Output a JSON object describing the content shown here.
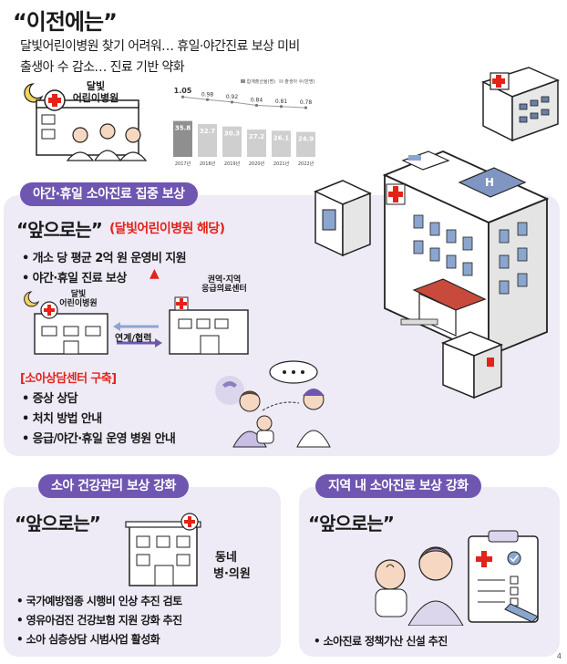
{
  "header": {
    "title": "“이전에는”",
    "line1": "달빛어린이병원 찾기 어려워… 휴일·야간진료 보상 미비",
    "line2": "출생아 수 감소… 진료 기반 약화"
  },
  "top_illustration": {
    "hospital_label_1": "달빛",
    "hospital_label_2": "어린이병원"
  },
  "chart_data": {
    "type": "bar",
    "legend": [
      "합계출산율(명)",
      "출생아 수(만명)"
    ],
    "categories": [
      "2017년",
      "2018년",
      "2019년",
      "2020년",
      "2021년",
      "2022년"
    ],
    "series": [
      {
        "name": "출생아 수(만명)",
        "values": [
          35.8,
          32.7,
          30.3,
          27.2,
          26.1,
          24.9
        ],
        "labels": [
          "35.8",
          "32.7",
          "30.3",
          "27.2",
          "26.1",
          "24.9"
        ]
      },
      {
        "name": "합계출산율(명)",
        "values": [
          1.05,
          0.98,
          0.92,
          0.84,
          0.81,
          0.78
        ],
        "labels": [
          "1.05",
          "0.98",
          "0.92",
          "0.84",
          "0.81",
          "0.78"
        ]
      }
    ],
    "colors": {
      "bars_first": "#8f8f8f",
      "bars": "#cfcfcf",
      "line": "#9a9a9a"
    }
  },
  "section_main": {
    "pill": "야간·휴일 소아진료 집중 보상",
    "future": "“앞으로는”",
    "tag": "(달빛어린이병원 해당)",
    "bullets": [
      "• 개소 당 평균 2억 원 운영비 지원",
      "• 야간·휴일 진료 보상"
    ],
    "up_arrow": "▲",
    "left_bldg_1": "달빛",
    "left_bldg_2": "어린이병원",
    "right_bldg_1": "권역·지역",
    "right_bldg_2": "응급의료센터",
    "link_label": "연계/협력",
    "consult_head": "[소아상담센터 구축]",
    "consult_items": [
      "• 증상 상담",
      "• 처치 방법 안내",
      "• 응급/야간·휴일 운영 병원 안내"
    ]
  },
  "section_health": {
    "pill": "소아 건강관리 보상 강화",
    "future": "“앞으로는”",
    "clinic_1": "동네",
    "clinic_2": "병·의원",
    "bullets": [
      "• 국가예방접종 시행비 인상 추진 검토",
      "• 영유아검진 건강보험 지원 강화 추진",
      "• 소아 심층상담 시범사업 활성화"
    ]
  },
  "section_region": {
    "pill": "지역 내 소아진료 보상 강화",
    "future": "“앞으로는”",
    "bullet": "• 소아진료 정책가산 신설 추진"
  },
  "page_number": "4",
  "colors": {
    "purple": "#6f56b0",
    "panel": "#eeebf6",
    "red": "#e2231a"
  }
}
